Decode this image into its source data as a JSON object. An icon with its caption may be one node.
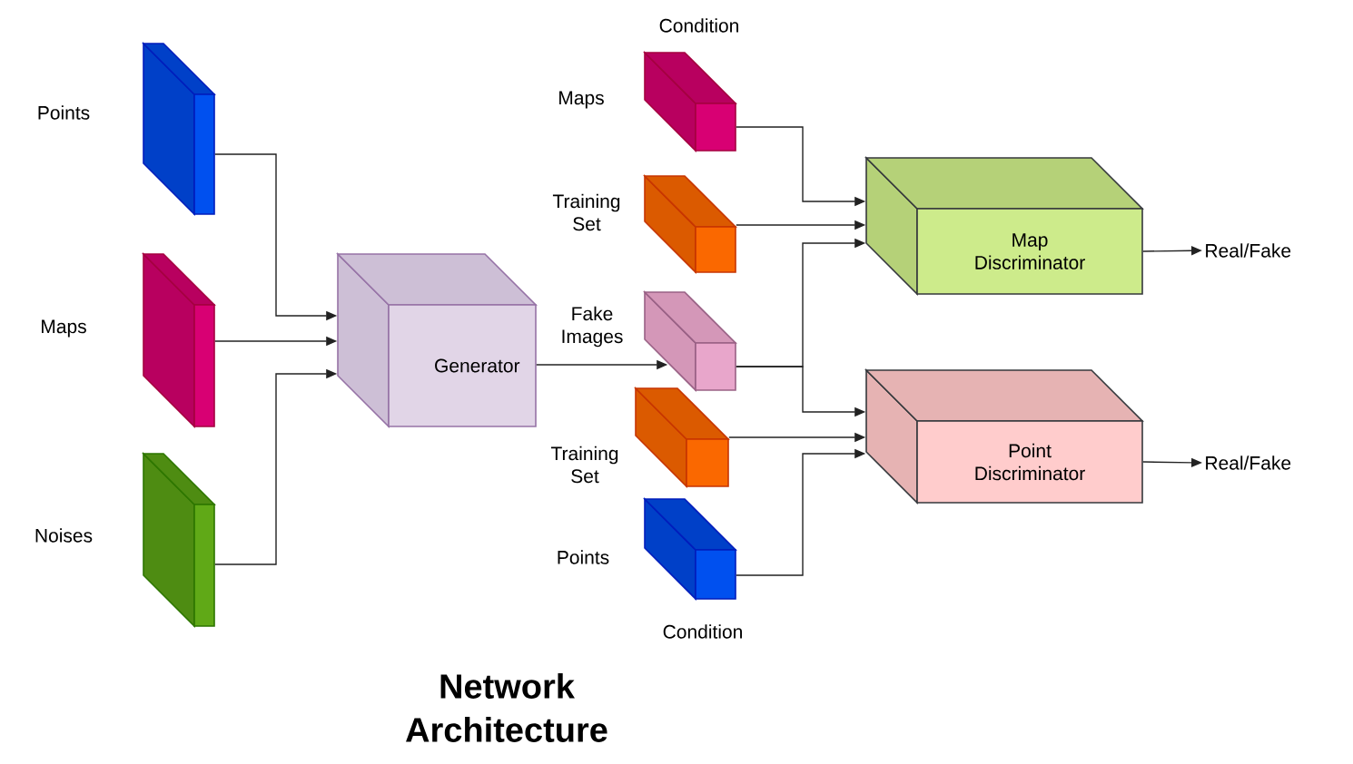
{
  "diagram": {
    "title": "Network Architecture",
    "nodes": [
      {
        "text": [],
        "shape": "box",
        "beside": [
          "Points"
        ]
      },
      {
        "text": [],
        "shape": "box",
        "beside": [
          "Maps"
        ]
      },
      {
        "text": [],
        "shape": "box",
        "beside": [
          "Noises"
        ]
      },
      {
        "text": [
          "Generator"
        ]
      },
      {
        "text": [],
        "shape": "box",
        "beside": [
          "Condition",
          "Maps"
        ]
      },
      {
        "text": [],
        "shape": "box",
        "beside": [
          "Training Set"
        ]
      },
      {
        "text": [],
        "shape": "box",
        "beside": [
          "Fake Images"
        ]
      },
      {
        "text": [],
        "shape": "box",
        "beside": [
          "Training Set"
        ]
      },
      {
        "text": [],
        "shape": "box",
        "beside": [
          "Points",
          "Condition"
        ]
      },
      {
        "text": [
          "Map Discriminator"
        ]
      },
      {
        "text": [
          "Point Discriminator"
        ]
      },
      {
        "text": [
          "Real/Fake"
        ]
      },
      {
        "text": [
          "Real/Fake"
        ]
      }
    ],
    "edges": [
      {
        "from": 0,
        "to": 3,
        "arrow": "to"
      },
      {
        "from": 1,
        "to": 3,
        "arrow": "to"
      },
      {
        "from": 2,
        "to": 3,
        "arrow": "to"
      },
      {
        "from": 3,
        "to": 6,
        "arrow": "to"
      },
      {
        "from": 4,
        "to": 9,
        "arrow": "to"
      },
      {
        "from": 5,
        "to": 9,
        "arrow": "to"
      },
      {
        "from": 6,
        "to": 9,
        "arrow": "to"
      },
      {
        "from": 6,
        "to": 10,
        "arrow": "to"
      },
      {
        "from": 7,
        "to": 10,
        "arrow": "to"
      },
      {
        "from": 8,
        "to": 10,
        "arrow": "to"
      },
      {
        "from": 9,
        "to": 11,
        "arrow": "to"
      },
      {
        "from": 10,
        "to": 12,
        "arrow": "to"
      }
    ]
  }
}
